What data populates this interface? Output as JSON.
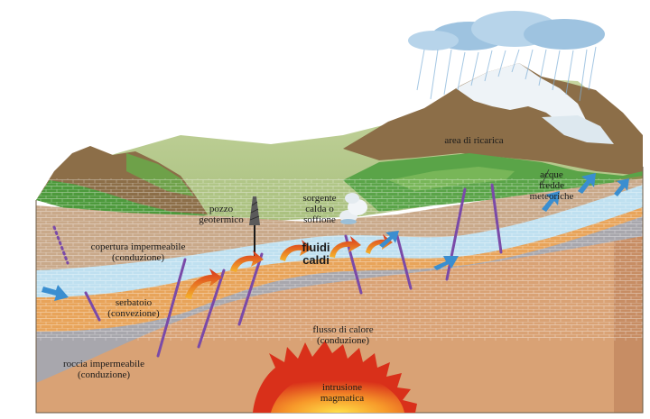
{
  "labels": {
    "recharge_area": [
      "area di ricarica"
    ],
    "geothermal_well": [
      "pozzo",
      "geotermico"
    ],
    "hot_spring": [
      "sorgente",
      "calda o",
      "soffione"
    ],
    "cold_water": [
      "acque",
      "fredde",
      "meteoriche"
    ],
    "caprock": [
      "copertura impermeabile",
      "(conduzione)"
    ],
    "hot_fluids": [
      "fluidi",
      "caldi"
    ],
    "reservoir": [
      "serbatoio",
      "(convezione)"
    ],
    "heat_flow": [
      "flusso di calore",
      "(conduzione)"
    ],
    "impermeable_rock": [
      "roccia impermeabile",
      "(conduzione)"
    ],
    "intrusion": [
      "intrusione",
      "magmatica"
    ]
  },
  "colors": {
    "caprock": "#c9a98a",
    "reservoir_blue": "#bfe0f0",
    "reservoir_orange": "#e8a45a",
    "basement": "#a8a7ad",
    "deep_crust": "#d9a275",
    "fault": "#7a4aa8",
    "magma": "#e53b1a",
    "hot_arrow": "#e0542a",
    "cold_arrow": "#3a8ed0"
  }
}
